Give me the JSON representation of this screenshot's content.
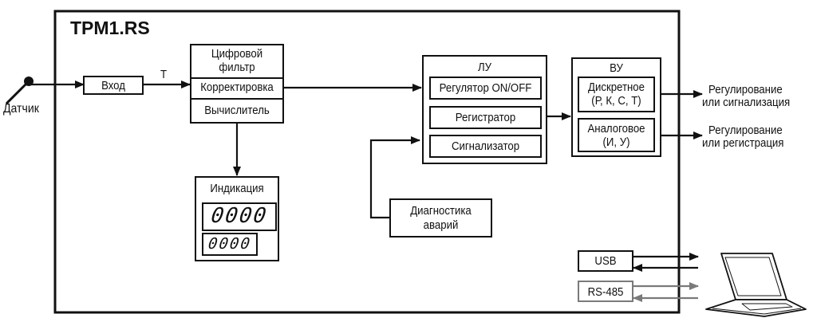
{
  "device_title": "TPM1.RS",
  "sensor": {
    "label": "Датчик"
  },
  "input": {
    "label": "Вход",
    "signal_label": "T"
  },
  "processing": {
    "filter_label": "Цифровой фильтр",
    "corrector_label": "Корректировка",
    "calculator_label": "Вычислитель"
  },
  "indication": {
    "title": "Индикация",
    "display_top": "0000",
    "display_bottom": "0000"
  },
  "logic_unit": {
    "title": "ЛУ",
    "items": [
      "Регулятор ON/OFF",
      "Регистратор",
      "Сигнализатор"
    ]
  },
  "output_unit": {
    "title": "ВУ",
    "discrete": {
      "line1": "Дискретное",
      "line2": "(Р, К, С, Т)"
    },
    "analog": {
      "line1": "Аналоговое",
      "line2": "(И, У)"
    }
  },
  "outputs": {
    "discrete": {
      "line1": "Регулирование",
      "line2": "или сигнализация"
    },
    "analog": {
      "line1": "Регулирование",
      "line2": "или регистрация"
    }
  },
  "diagnostics": {
    "line1": "Диагностика",
    "line2": "аварий"
  },
  "interfaces": {
    "usb": "USB",
    "rs485": "RS-485"
  },
  "colors": {
    "line": "#111111",
    "rs485": "#7a7a7a"
  },
  "icons": [
    "sensor-probe-icon",
    "laptop-icon"
  ]
}
